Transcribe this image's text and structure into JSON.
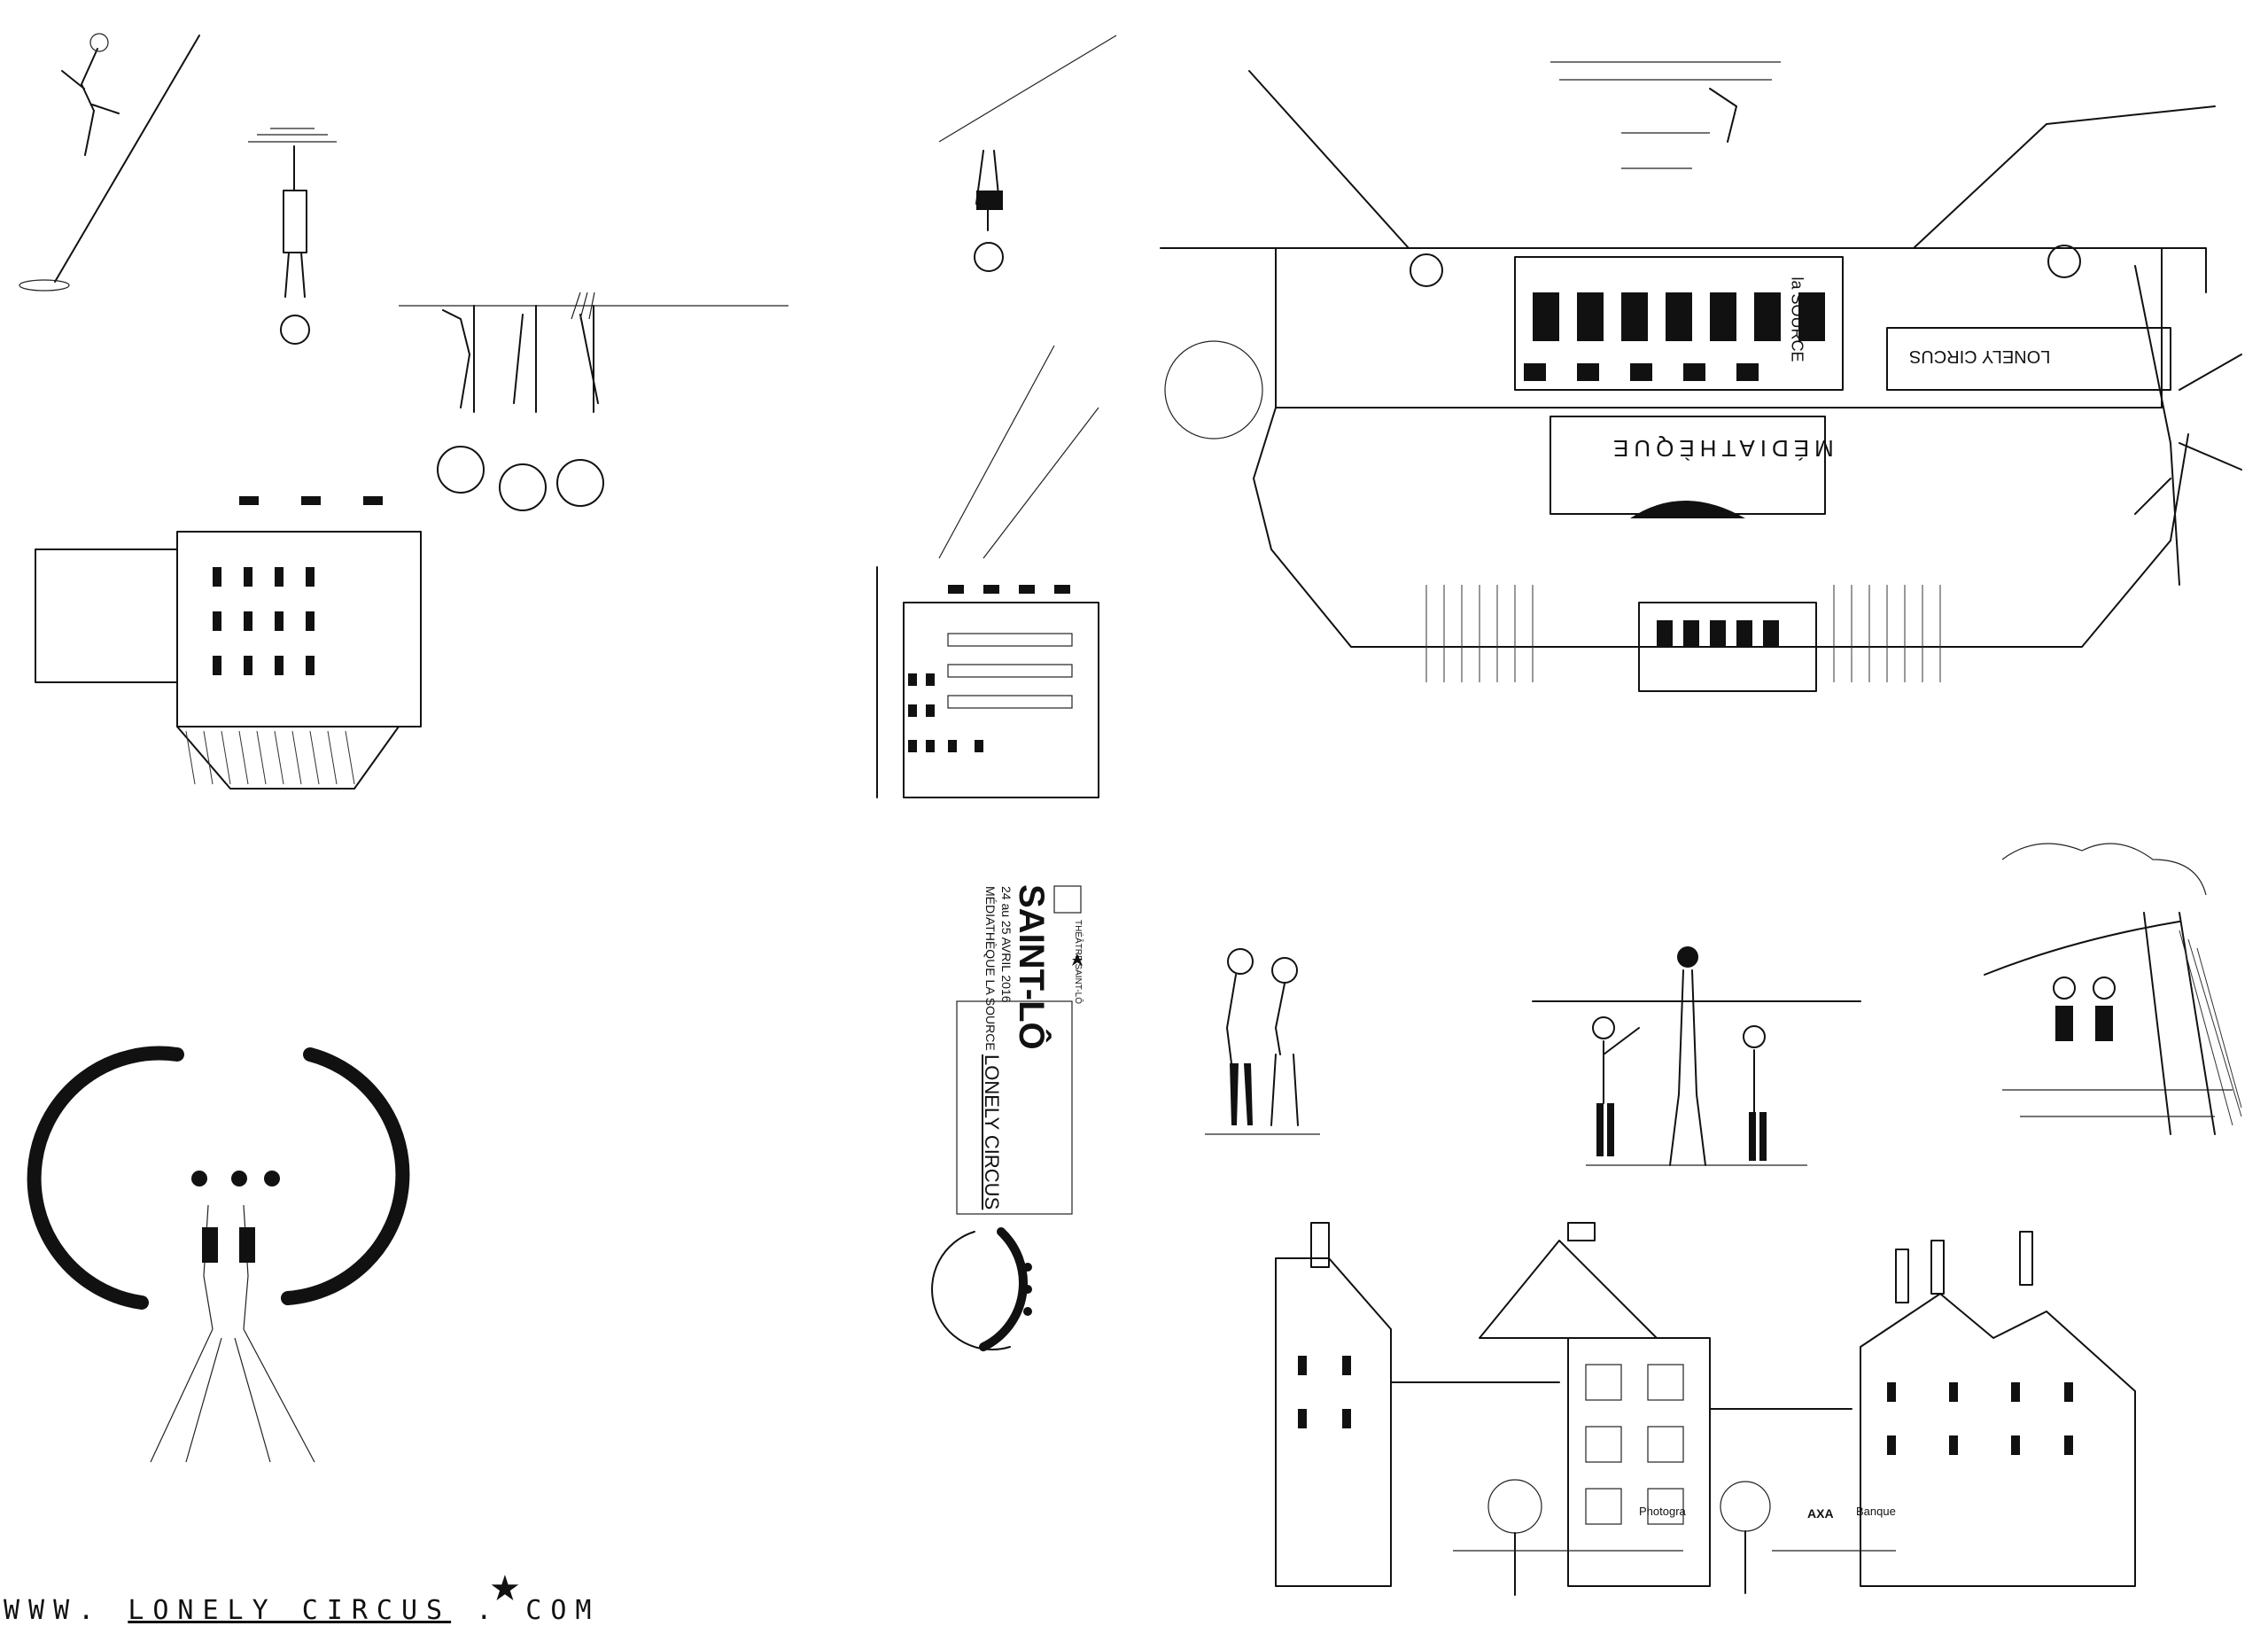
{
  "mediatheque_sign": "MÉDIATHÈQUE",
  "la_source_sign": "la SOURCE",
  "lonely_circus_sign": "LONELY CIRCUS",
  "poster": {
    "city": "SAINT-LÔ",
    "dates": "24 au 25 AVRIL 2016",
    "venue": "MÉDIATHÈQUE LA SOURCE",
    "theatre": "THÉÂTRE SAINT-LÔ",
    "company": "LONELY CIRCUS"
  },
  "shop_signs": {
    "photo": "Photogra",
    "axa": "AXA",
    "banque": "Banque"
  },
  "footer": {
    "prefix": "WWW.",
    "name": "LONELY CIRCUS",
    "suffix": ". COM",
    "star": "★"
  }
}
